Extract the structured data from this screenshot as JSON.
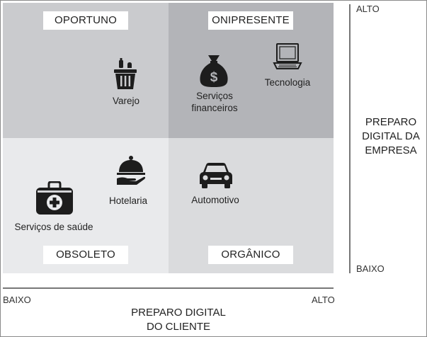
{
  "quadrants": {
    "top_left": "OPORTUNO",
    "top_right": "ONIPRESENTE",
    "bottom_left": "OBSOLETO",
    "bottom_right": "ORGÂNICO"
  },
  "sectors": {
    "retail": "Varejo",
    "finance_line1": "Serviços",
    "finance_line2": "financeiros",
    "technology": "Tecnologia",
    "hospitality": "Hotelaria",
    "health": "Serviços de saúde",
    "automotive": "Automotivo"
  },
  "y_axis": {
    "high": "ALTO",
    "low": "BAIXO",
    "title_line1": "PREPARO",
    "title_line2": "DIGITAL DA",
    "title_line3": "EMPRESA"
  },
  "x_axis": {
    "low": "BAIXO",
    "high": "ALTO",
    "title_line1": "PREPARO DIGITAL",
    "title_line2": "DO CLIENTE"
  },
  "colors": {
    "top_left_bg": "#cacbce",
    "top_right_bg": "#b3b4b8",
    "bottom_left_bg": "#e9eaec",
    "bottom_right_bg": "#dadbdd",
    "icon": "#1d1d1d"
  },
  "icons": [
    "basket-icon",
    "money-bag-icon",
    "laptop-icon",
    "cloche-icon",
    "first-aid-kit-icon",
    "car-icon"
  ]
}
